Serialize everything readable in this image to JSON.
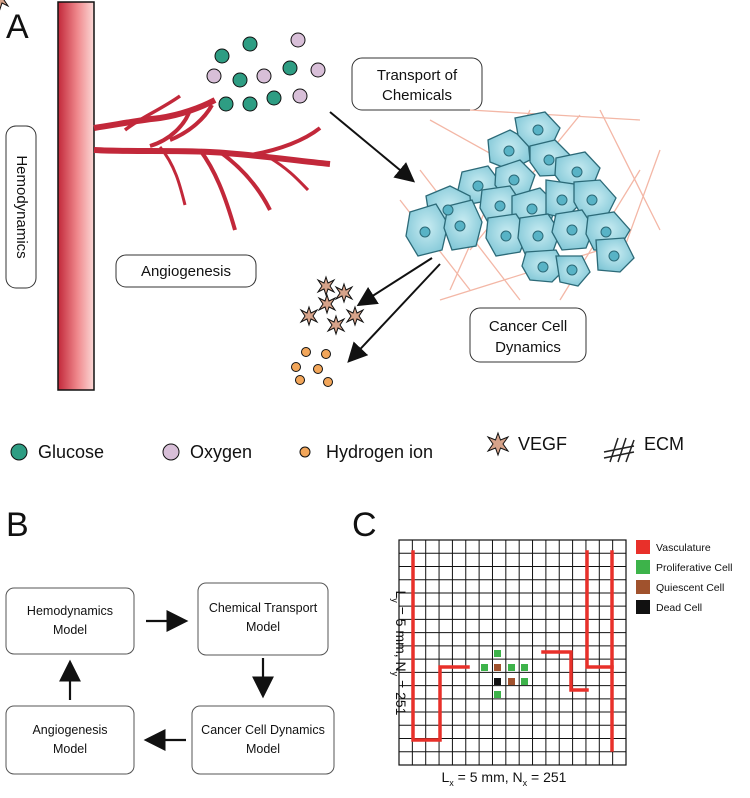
{
  "panel_a": {
    "letter": "A",
    "hemodynamics": "Hemodynamics",
    "angiogenesis": "Angiogenesis",
    "transport_line1": "Transport of",
    "transport_line2": "Chemicals",
    "cancer_line1": "Cancer Cell",
    "cancer_line2": "Dynamics",
    "legend": [
      {
        "label": "Glucose",
        "color": "#2e9d83"
      },
      {
        "label": "Oxygen",
        "color": "#d8bfd8"
      },
      {
        "label": "Hydrogen ion",
        "color": "#f2a65a"
      },
      {
        "label": "VEGF",
        "color": "#d7a38a"
      },
      {
        "label": "ECM",
        "color": "#222222"
      }
    ]
  },
  "panel_b": {
    "letter": "B",
    "hemo_line1": "Hemodynamics",
    "hemo_line2": "Model",
    "chem_line1": "Chemical Transport",
    "chem_line2": "Model",
    "angio_line1": "Angiogenesis",
    "angio_line2": "Model",
    "cancer_line1": "Cancer Cell Dynamics",
    "cancer_line2": "Model"
  },
  "panel_c": {
    "letter": "C",
    "y_label": "Lᵧ = 5 mm,  Nᵧ = 251",
    "x_label_prefix": "L",
    "x_sub": "x",
    "x_label_mid": " = 5 mm,  N",
    "x_label_end": " = 251",
    "y_prefix": "L",
    "y_sub": "y",
    "y_mid": " = 5 mm,  N",
    "y_end": " = 251",
    "legend": [
      {
        "label": "Vasculature",
        "color": "#e8302a"
      },
      {
        "label": "Proliferative Cell",
        "color": "#3db34a"
      },
      {
        "label": "Quiescent Cell",
        "color": "#a0522d"
      },
      {
        "label": "Dead Cell",
        "color": "#111111"
      }
    ]
  }
}
